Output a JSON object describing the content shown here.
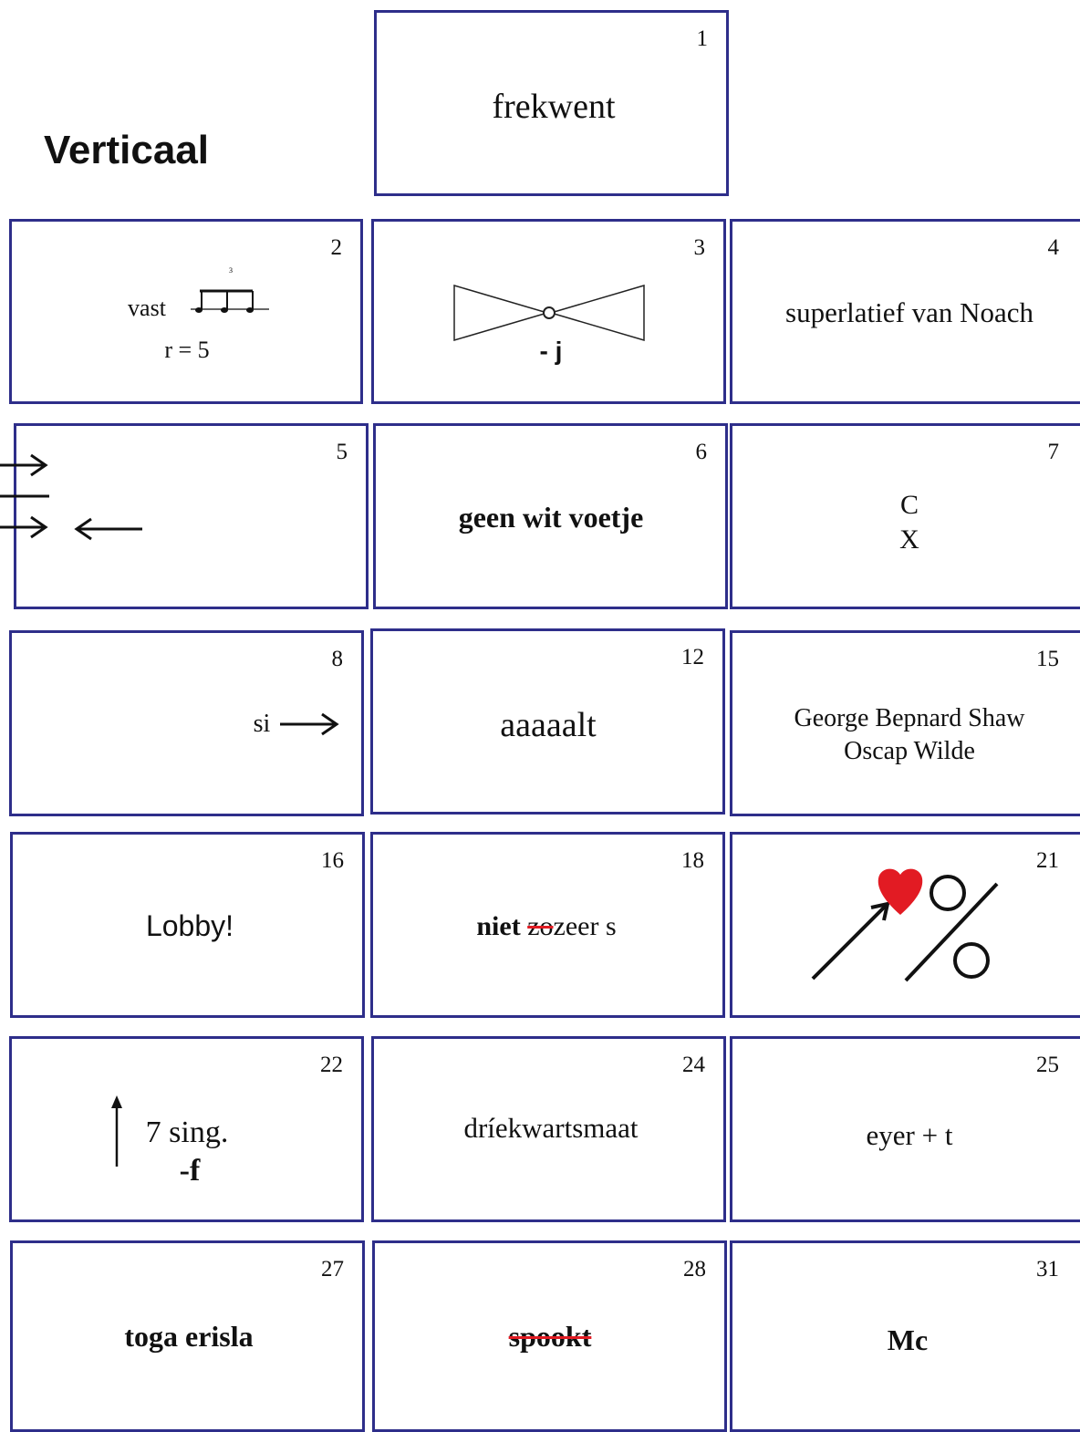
{
  "heading": "Verticaal",
  "colors": {
    "border": "#2e2e8a",
    "red": "#e21b23"
  },
  "clues": [
    {
      "number": "1",
      "lines": [
        "frekwent"
      ]
    },
    {
      "number": "2",
      "lines": [
        "vast",
        "r = 5"
      ],
      "icons": [
        "music-notes-icon"
      ]
    },
    {
      "number": "3",
      "lines": [
        "- j"
      ],
      "icons": [
        "bow-tie-icon"
      ]
    },
    {
      "number": "4",
      "lines": [
        "superlatief van Noach"
      ]
    },
    {
      "number": "5",
      "lines": [],
      "icons": [
        "right-arrow-icon",
        "left-arrow-icon"
      ]
    },
    {
      "number": "6",
      "lines": [
        "geen wit voetje"
      ]
    },
    {
      "number": "7",
      "lines": [
        "C",
        "X"
      ]
    },
    {
      "number": "8",
      "lines": [
        "si"
      ],
      "icons": [
        "right-arrow-icon"
      ]
    },
    {
      "number": "12",
      "lines": [
        "aaaaalt"
      ]
    },
    {
      "number": "15",
      "lines": [
        "George Bepnard Shaw",
        "Oscap Wilde"
      ]
    },
    {
      "number": "16",
      "lines": [
        "Lobby!"
      ]
    },
    {
      "number": "18",
      "lines": [
        "niet ",
        "zo",
        "zeer s"
      ]
    },
    {
      "number": "21",
      "lines": [],
      "icons": [
        "heart-icon",
        "percent-icon",
        "arrow-icon"
      ]
    },
    {
      "number": "22",
      "lines": [
        "7 sing.",
        "-f"
      ],
      "icons": [
        "up-arrow-icon"
      ]
    },
    {
      "number": "24",
      "lines": [
        "dríekwartsmaat"
      ]
    },
    {
      "number": "25",
      "lines": [
        "eyer + t"
      ]
    },
    {
      "number": "27",
      "lines": [
        "toga erisla"
      ]
    },
    {
      "number": "28",
      "lines": [
        "spookt"
      ]
    },
    {
      "number": "31",
      "lines": [
        "Mc"
      ]
    }
  ]
}
